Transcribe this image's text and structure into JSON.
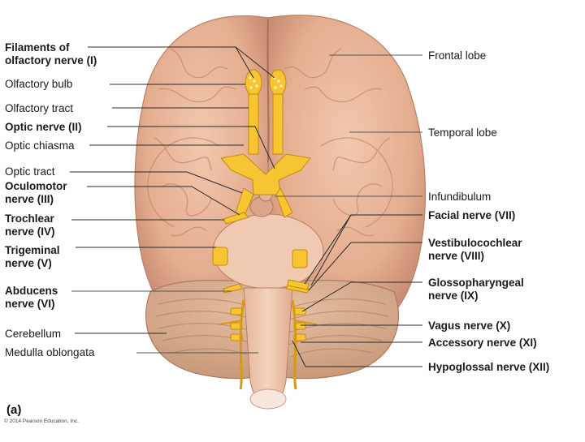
{
  "panel_label": "(a)",
  "copyright": "© 2014 Pearson Education, Inc.",
  "colors": {
    "brain": "#e8b79a",
    "brain_shadow": "#c98e74",
    "nerve": "#f6c531",
    "nerve_dark": "#d49a12",
    "cerebellum": "#ddb08f"
  },
  "labels_left": [
    {
      "text": "Filaments of\nolfactory nerve (I)",
      "bold": true
    },
    {
      "text": "Olfactory bulb",
      "bold": false
    },
    {
      "text": "Olfactory tract",
      "bold": false
    },
    {
      "text": "Optic nerve (II)",
      "bold": true
    },
    {
      "text": "Optic chiasma",
      "bold": false
    },
    {
      "text": "Optic tract",
      "bold": false
    },
    {
      "text": "Oculomotor\nnerve (III)",
      "bold": true
    },
    {
      "text": "Trochlear\nnerve (IV)",
      "bold": true
    },
    {
      "text": "Trigeminal\nnerve (V)",
      "bold": true
    },
    {
      "text": "Abducens\nnerve (VI)",
      "bold": true
    },
    {
      "text": "Cerebellum",
      "bold": false
    },
    {
      "text": "Medulla oblongata",
      "bold": false
    }
  ],
  "labels_right": [
    {
      "text": "Frontal lobe",
      "bold": false
    },
    {
      "text": "Temporal lobe",
      "bold": false
    },
    {
      "text": "Infundibulum",
      "bold": false
    },
    {
      "text": "Facial nerve (VII)",
      "bold": true
    },
    {
      "text": "Vestibulocochlear\nnerve (VIII)",
      "bold": true
    },
    {
      "text": "Glossopharyngeal\nnerve (IX)",
      "bold": true
    },
    {
      "text": "Vagus nerve (X)",
      "bold": true
    },
    {
      "text": "Accessory nerve (XI)",
      "bold": true
    },
    {
      "text": "Hypoglossal nerve (XII)",
      "bold": true
    }
  ]
}
